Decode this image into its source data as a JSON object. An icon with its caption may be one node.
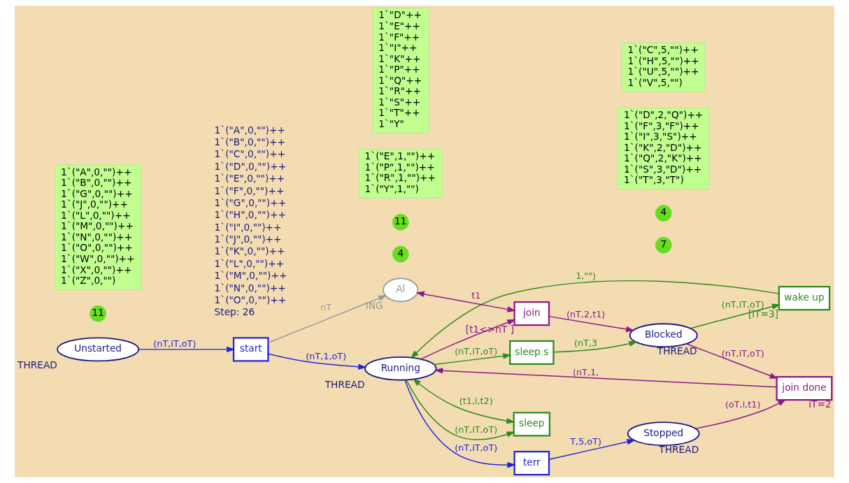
{
  "diagram": {
    "nodes": [
      {
        "text": [
          "Unstarted"
        ],
        "beside": [
          "THREAD"
        ]
      },
      {
        "text": [
          "start"
        ]
      },
      {
        "text": [
          "Running"
        ],
        "beside": [
          "THREAD"
        ]
      },
      {
        "text": [
          "sleep s"
        ]
      },
      {
        "text": [
          "sleep"
        ]
      },
      {
        "text": [
          "join done"
        ],
        "beside": [
          "iT=2"
        ]
      },
      {
        "text": [
          "wake up"
        ],
        "beside": [
          "[iT=3]"
        ]
      },
      {
        "text": [
          "Blocked"
        ],
        "beside": [
          "THREAD"
        ]
      },
      {
        "text": [
          "join"
        ],
        "beside": [
          "[t1<>nT ]"
        ]
      },
      {
        "text": [
          "terr"
        ]
      },
      {
        "text": [
          "Al"
        ],
        "beside": [
          "ING"
        ]
      },
      {
        "text": [
          "Stopped"
        ],
        "beside": [
          "THREAD"
        ]
      },
      {
        "text": [
          "11"
        ]
      },
      {
        "text": [
          "4"
        ]
      },
      {
        "text": [
          "7"
        ]
      },
      {
        "text": [
          "11"
        ]
      },
      {
        "text": [
          "4"
        ]
      },
      {
        "text": [
          "1`(\"A\",0,\"\")++",
          "1`(\"B\",0,\"\")++",
          "1`(\"G\",0,\"\")++",
          "1`(\"J\",0,\"\")++",
          "1`(\"L\",0,\"\")++",
          "1`(\"M\",0,\"\")++",
          "1`(\"N\",0,\"\")++",
          "1`(\"O\",0,\"\")++",
          "1`(\"W\",0,\"\")++",
          "1`(\"X\",0,\"\")++",
          "1`(\"Z\",0,\"\")"
        ]
      },
      {
        "text": [
          "1`(\"E\",1,\"\")++",
          "1`(\"P\",1,\"\")++",
          "1`(\"R\",1,\"\")++",
          "1`(\"Y\",1,\"\")"
        ]
      },
      {
        "text": [
          "1`(\"D\",2,\"Q\")++",
          "1`(\"F\",3,\"F\")++",
          "1`(\"I\",3,\"S\")++",
          "1`(\"K\",2,\"D\")++",
          "1`(\"Q\",2,\"K\")++",
          "1`(\"S\",3,\"D\")++",
          "1`(\"T\",3,\"T\")"
        ]
      },
      {
        "text": [
          "1`\"D\"++",
          "1`\"E\"++",
          "1`\"F\"++",
          "1`\"I\"++",
          "1`\"K\"++",
          "1`\"P\"++",
          "1`\"Q\"++",
          "1`\"R\"++",
          "1`\"S\"++",
          "1`\"T\"++",
          "1`\"Y\""
        ]
      },
      {
        "text": [
          "1`(\"C\",5,\"\")++",
          "1`(\"H\",5,\"\")++",
          "1`(\"U\",5,\"\")++",
          "1`(\"V\",5,\"\")"
        ]
      }
    ],
    "edges": [
      {
        "from": 0,
        "to": 1,
        "arrow": "to",
        "label": "(nT,iT,oT)",
        "color": "#2222dd"
      },
      {
        "from": 1,
        "to": 2,
        "arrow": "to",
        "label": "(nT,1,oT)",
        "color": "#2222dd"
      },
      {
        "from": 1,
        "to": 10,
        "arrow": "to",
        "label": "nT",
        "color": "#999999"
      },
      {
        "from": 2,
        "to": 9,
        "arrow": "to",
        "label": "(nT,iT,oT)",
        "color": "#2222dd"
      },
      {
        "from": 9,
        "to": 11,
        "arrow": "to",
        "label": "T,5,oT)",
        "color": "#2222dd"
      },
      {
        "from": 2,
        "to": 3,
        "arrow": "to",
        "label": "(nT,iT,oT)",
        "color": "#2e8b1e"
      },
      {
        "from": 3,
        "to": 7,
        "arrow": "to",
        "label": "(nT,3",
        "color": "#2e8b1e"
      },
      {
        "from": 7,
        "to": 6,
        "arrow": "to",
        "label": "(nT,iT,oT)",
        "color": "#2e8b1e"
      },
      {
        "from": 6,
        "to": 2,
        "arrow": "to",
        "label": "1,\"\")",
        "color": "#2e8b1e"
      },
      {
        "from": 2,
        "to": 4,
        "arrow": "to",
        "label": "(nT,iT,oT)",
        "color": "#2e8b1e"
      },
      {
        "from": 4,
        "to": 2,
        "arrow": "both",
        "label": "(t1,i,t2)",
        "color": "#2e8b1e"
      },
      {
        "from": 7,
        "to": 5,
        "arrow": "to",
        "label": "(nT,iT,oT)",
        "color": "#8b1a89"
      },
      {
        "from": 11,
        "to": 5,
        "arrow": "to",
        "label": "(oT,i,t1)",
        "color": "#8b1a89"
      },
      {
        "from": 5,
        "to": 2,
        "arrow": "to",
        "label": "(nT,1,",
        "color": "#8b1a89"
      },
      {
        "from": 8,
        "to": 7,
        "arrow": "to",
        "label": "(nT,2,t1)",
        "color": "#8b1a89"
      },
      {
        "from": 2,
        "to": 8,
        "arrow": "to",
        "color": "#8b1a89"
      },
      {
        "from": 10,
        "to": 8,
        "arrow": "both",
        "label": "t1",
        "color": "#8b1a89"
      }
    ],
    "labels": [
      "1`(\"A\",0,\"\")++",
      "1`(\"B\",0,\"\")++",
      "1`(\"C\",0,\"\")++",
      "1`(\"D\",0,\"\")++",
      "1`(\"E\",0,\"\")++",
      "1`(\"F\",0,\"\")++",
      "1`(\"G\",0,\"\")++",
      "1`(\"H\",0,\"\")++",
      "1`(\"I\",0,\"\")++",
      "1`(\"J\",0,\"\")++",
      "1`(\"K\",0,\"\")++",
      "1`(\"L\",0,\"\")++",
      "1`(\"M\",0,\"\")++",
      "1`(\"N\",0,\"\")++",
      "1`(\"O\",0,\"\")++",
      "Step: 26"
    ]
  }
}
